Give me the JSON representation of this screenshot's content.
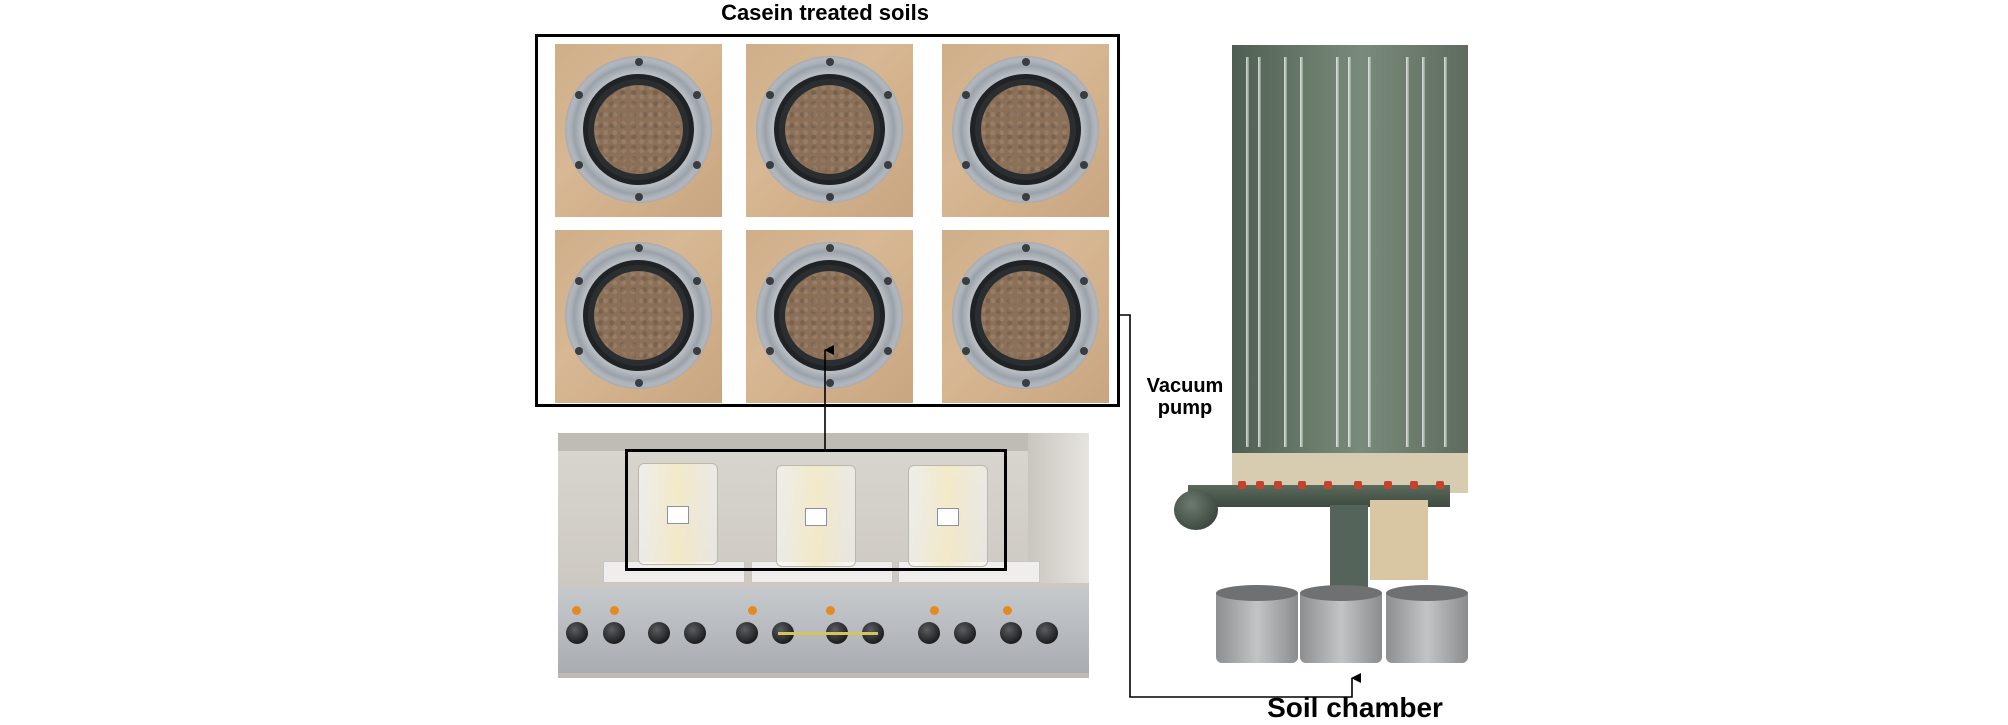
{
  "figure": {
    "title": "Casein treated soils",
    "labels": {
      "vacuum_pump": "Vacuum pump",
      "soil_chamber": "Soil chamber"
    },
    "sample_grid": {
      "rows": 2,
      "columns": 3
    },
    "beakers": 3,
    "soil_jars": 3,
    "colors": {
      "frame": "#000000",
      "soil": "#8b6f57",
      "steel_ring": "#b7bcc2",
      "wood_background": "#cfae8a",
      "board": "#6b7c6d"
    }
  }
}
